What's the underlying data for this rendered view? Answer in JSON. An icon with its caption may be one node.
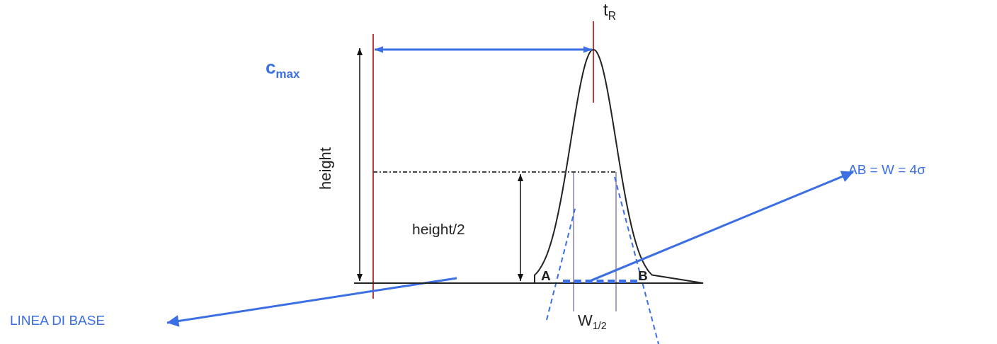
{
  "diagram": {
    "nodes": [
      {
        "text": [
          "LINEA DI BASE"
        ]
      },
      {
        "text": [
          "AB = W = 4σ"
        ]
      },
      {
        "text": [],
        "shape": "bar"
      },
      {
        "text": [],
        "shape": "bar"
      }
    ],
    "edges": [
      {
        "from": 2,
        "to": 0,
        "arrow": "to"
      },
      {
        "from": 3,
        "to": 1,
        "arrow": "to"
      }
    ],
    "labels": [
      "c$_{max}$",
      "t$_{R}$",
      "height",
      "height/2",
      "A",
      "B",
      "W$_{1/2}$"
    ]
  }
}
